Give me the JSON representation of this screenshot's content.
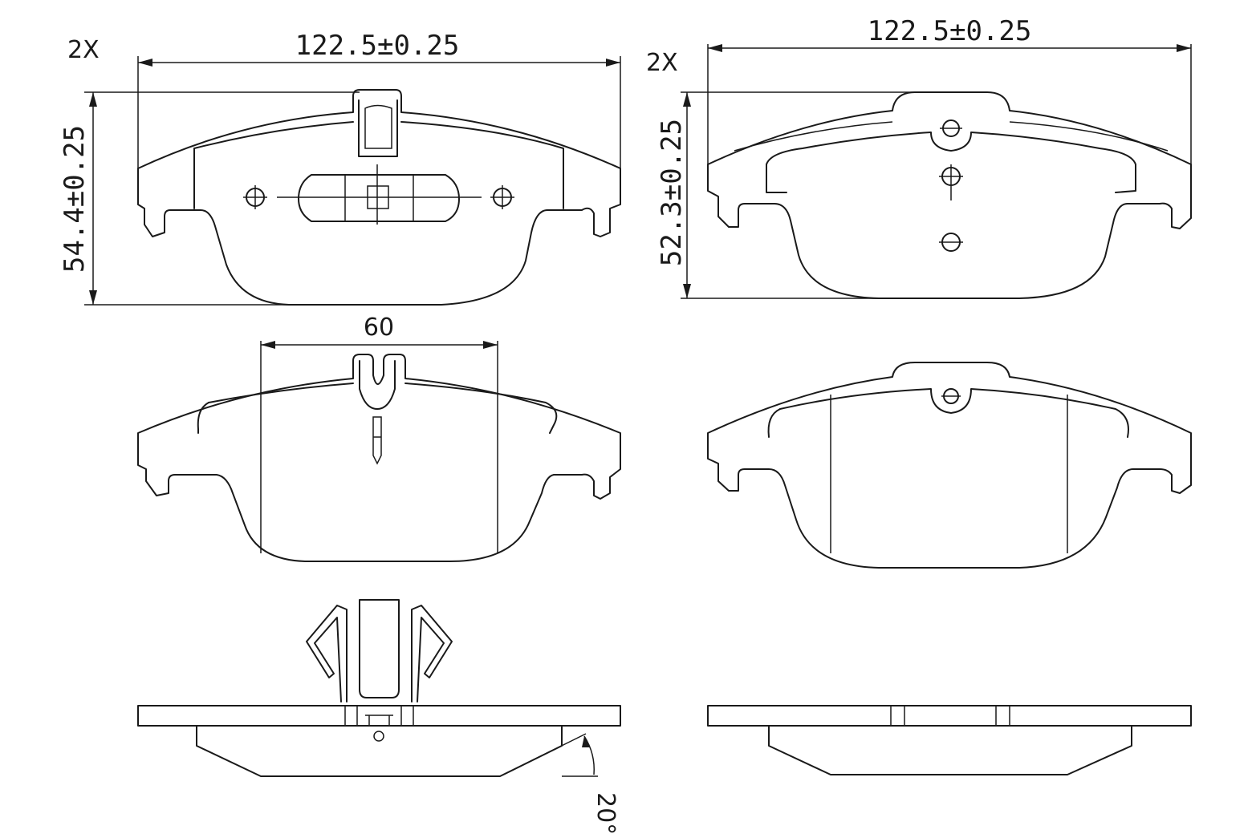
{
  "labels": {
    "qty_left": "2X",
    "qty_right": "2X",
    "width_left": "122.5±0.25",
    "width_right": "122.5±0.25",
    "height_left": "54.4±0.25",
    "height_right": "52.3±0.25",
    "span": "60",
    "angle": "20°"
  },
  "colors": {
    "ink": "#1a1a1a",
    "paper": "#ffffff"
  }
}
